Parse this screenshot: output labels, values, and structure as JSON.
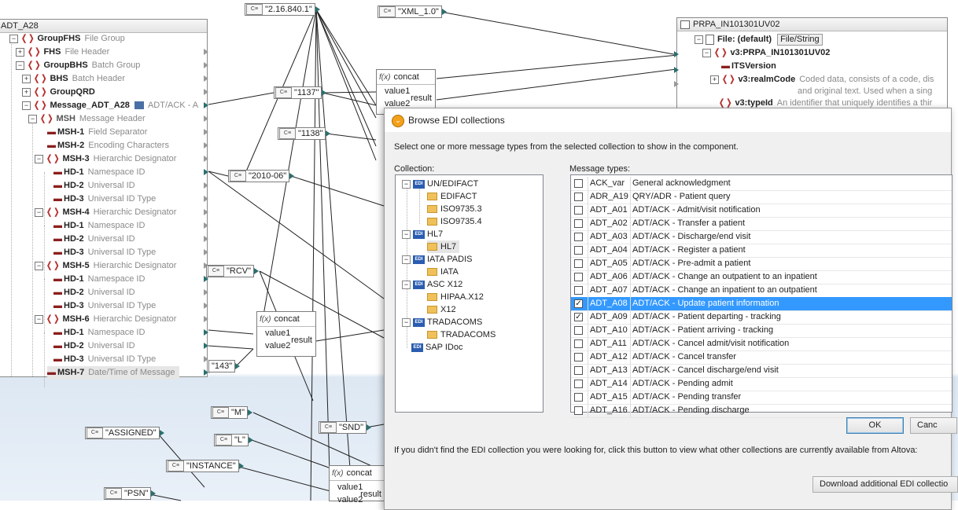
{
  "source_tree": {
    "title": "ADT_A28",
    "rows": [
      {
        "name": "GroupFHS",
        "desc": "File Group"
      },
      {
        "name": "FHS",
        "desc": "File Header"
      },
      {
        "name": "GroupBHS",
        "desc": "Batch Group"
      },
      {
        "name": "BHS",
        "desc": "Batch Header"
      },
      {
        "name": "GroupQRD",
        "desc": ""
      },
      {
        "name": "Message_ADT_A28",
        "desc": "ADT/ACK - A"
      },
      {
        "name": "MSH",
        "desc": "Message Header"
      },
      {
        "name": "MSH-1",
        "desc": "Field Separator"
      },
      {
        "name": "MSH-2",
        "desc": "Encoding Characters"
      },
      {
        "name": "MSH-3",
        "desc": "Hierarchic Designator"
      },
      {
        "name": "HD-1",
        "desc": "Namespace ID"
      },
      {
        "name": "HD-2",
        "desc": "Universal ID"
      },
      {
        "name": "HD-3",
        "desc": "Universal ID Type"
      },
      {
        "name": "MSH-4",
        "desc": "Hierarchic Designator"
      },
      {
        "name": "HD-1",
        "desc": "Namespace ID"
      },
      {
        "name": "HD-2",
        "desc": "Universal ID"
      },
      {
        "name": "HD-3",
        "desc": "Universal ID Type"
      },
      {
        "name": "MSH-5",
        "desc": "Hierarchic Designator"
      },
      {
        "name": "HD-1",
        "desc": "Namespace ID"
      },
      {
        "name": "HD-2",
        "desc": "Universal ID"
      },
      {
        "name": "HD-3",
        "desc": "Universal ID Type"
      },
      {
        "name": "MSH-6",
        "desc": "Hierarchic Designator"
      },
      {
        "name": "HD-1",
        "desc": "Namespace ID"
      },
      {
        "name": "HD-2",
        "desc": "Universal ID"
      },
      {
        "name": "HD-3",
        "desc": "Universal ID Type"
      },
      {
        "name": "MSH-7",
        "desc": "Date/Time of Message"
      }
    ]
  },
  "target_tree": {
    "title": "PRPA_IN101301UV02",
    "file_label": "File: (default)",
    "file_button": "File/String",
    "rows": [
      {
        "name": "v3:PRPA_IN101301UV02",
        "desc": ""
      },
      {
        "name": "ITSVersion",
        "desc": ""
      },
      {
        "name": "v3:realmCode",
        "desc": "Coded data, consists of a code, dis"
      },
      {
        "name": "",
        "desc": "and original text. Used when a sing"
      },
      {
        "name": "v3:typeId",
        "desc": "An identifier that uniquely identifies a thir"
      }
    ]
  },
  "constants": {
    "oid": "\"2.16.840.1\"",
    "xml": "\"XML_1.0\"",
    "c1137": "\"1137\"",
    "c1138": "\"1138\"",
    "date": "\"2010-06\"",
    "rcv": "\"RCV\"",
    "c143": "\"143\"",
    "m": "\"M\"",
    "l": "\"L\"",
    "snd": "\"SND\"",
    "assigned": "\"ASSIGNED\"",
    "instance": "\"INSTANCE\"",
    "psn": "\"PSN\""
  },
  "functions": {
    "name": "concat",
    "value1": "value1",
    "value2": "value2",
    "result": "result"
  },
  "dialog": {
    "title": "Browse EDI collections",
    "instruction": "Select one or more message types from the selected collection to show in the component.",
    "collection_label": "Collection:",
    "message_types_label": "Message types:",
    "collections": [
      {
        "name": "UN/EDIFACT",
        "level": 0,
        "type": "edi"
      },
      {
        "name": "EDIFACT",
        "level": 1,
        "type": "folder"
      },
      {
        "name": "ISO9735.3",
        "level": 1,
        "type": "folder"
      },
      {
        "name": "ISO9735.4",
        "level": 1,
        "type": "folder"
      },
      {
        "name": "HL7",
        "level": 0,
        "type": "edi"
      },
      {
        "name": "HL7",
        "level": 1,
        "type": "folder"
      },
      {
        "name": "IATA PADIS",
        "level": 0,
        "type": "edi"
      },
      {
        "name": "IATA",
        "level": 1,
        "type": "folder"
      },
      {
        "name": "ASC X12",
        "level": 0,
        "type": "edi"
      },
      {
        "name": "HIPAA.X12",
        "level": 1,
        "type": "folder"
      },
      {
        "name": "X12",
        "level": 1,
        "type": "folder"
      },
      {
        "name": "TRADACOMS",
        "level": 0,
        "type": "edi"
      },
      {
        "name": "TRADACOMS",
        "level": 1,
        "type": "folder"
      },
      {
        "name": "SAP IDoc",
        "level": 0,
        "type": "edi"
      }
    ],
    "message_types": [
      {
        "code": "ACK_var",
        "desc": "General acknowledgment",
        "checked": false
      },
      {
        "code": "ADR_A19",
        "desc": "QRY/ADR -  Patient query",
        "checked": false
      },
      {
        "code": "ADT_A01",
        "desc": "ADT/ACK - Admit/visit notification",
        "checked": false
      },
      {
        "code": "ADT_A02",
        "desc": "ADT/ACK - Transfer a patient",
        "checked": false
      },
      {
        "code": "ADT_A03",
        "desc": "ADT/ACK -  Discharge/end visit",
        "checked": false
      },
      {
        "code": "ADT_A04",
        "desc": "ADT/ACK -  Register a patient",
        "checked": false
      },
      {
        "code": "ADT_A05",
        "desc": "ADT/ACK -  Pre-admit a patient",
        "checked": false
      },
      {
        "code": "ADT_A06",
        "desc": "ADT/ACK -  Change an outpatient to an inpatient",
        "checked": false
      },
      {
        "code": "ADT_A07",
        "desc": "ADT/ACK -  Change an inpatient to an outpatient",
        "checked": false
      },
      {
        "code": "ADT_A08",
        "desc": "ADT/ACK -  Update patient information",
        "checked": true,
        "selected": true
      },
      {
        "code": "ADT_A09",
        "desc": "ADT/ACK -  Patient departing - tracking",
        "checked": true
      },
      {
        "code": "ADT_A10",
        "desc": "ADT/ACK -  Patient arriving - tracking",
        "checked": false
      },
      {
        "code": "ADT_A11",
        "desc": "ADT/ACK -  Cancel admit/visit notification",
        "checked": false
      },
      {
        "code": "ADT_A12",
        "desc": "ADT/ACK -  Cancel transfer",
        "checked": false
      },
      {
        "code": "ADT_A13",
        "desc": "ADT/ACK -  Cancel discharge/end visit",
        "checked": false
      },
      {
        "code": "ADT_A14",
        "desc": "ADT/ACK -  Pending admit",
        "checked": false
      },
      {
        "code": "ADT_A15",
        "desc": "ADT/ACK -  Pending transfer",
        "checked": false
      },
      {
        "code": "ADT_A16",
        "desc": "ADT/ACK -  Pending discharge",
        "checked": false
      }
    ],
    "ok_label": "OK",
    "cancel_label": "Canc",
    "footer_text": "If you didn't find the EDI collection you were looking for, click this button to view what other collections are currently available from Altova:",
    "download_label": "Download additional EDI collectio"
  }
}
